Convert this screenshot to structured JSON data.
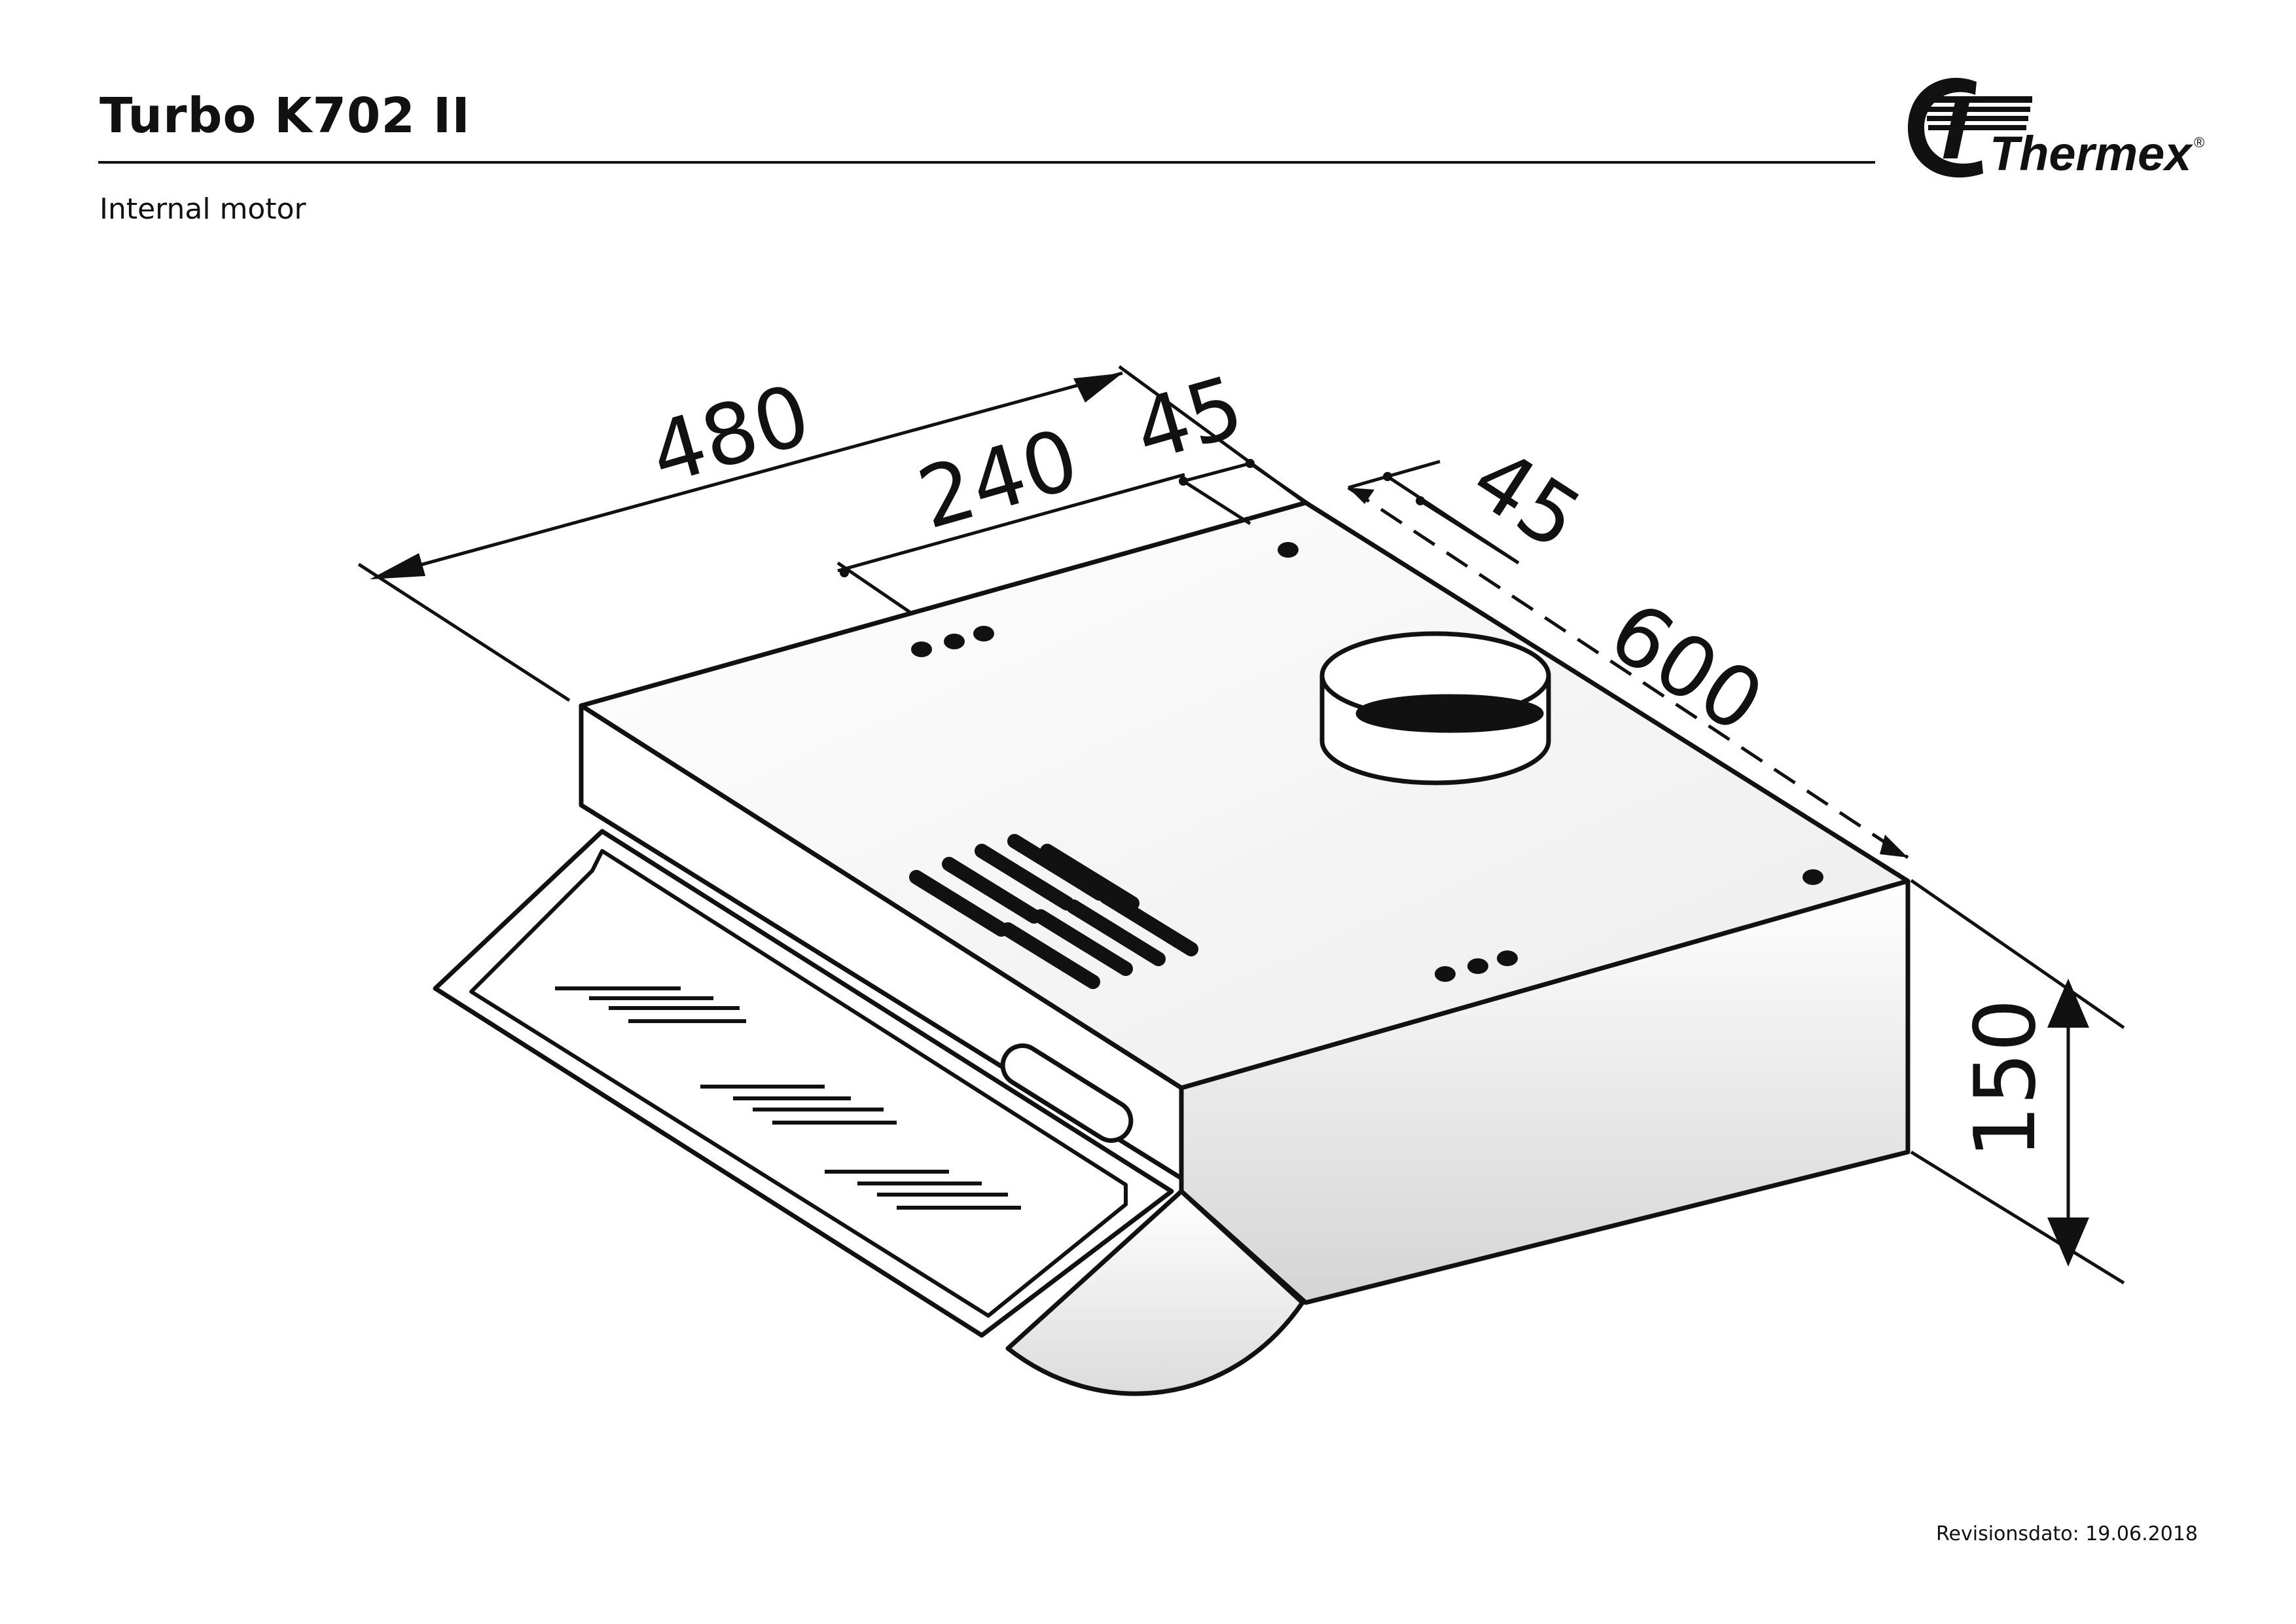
{
  "header": {
    "title": "Turbo K702 II",
    "subtitle": "Internal motor"
  },
  "brand": {
    "logo_text": "Thermex",
    "registered_mark": "®"
  },
  "footer": {
    "revision": "Revisionsdato: 19.06.2018"
  },
  "dimensions": {
    "depth": "480",
    "hole_spacing": "240",
    "offset_front": "45",
    "offset_side": "45",
    "width": "600",
    "height": "150"
  }
}
